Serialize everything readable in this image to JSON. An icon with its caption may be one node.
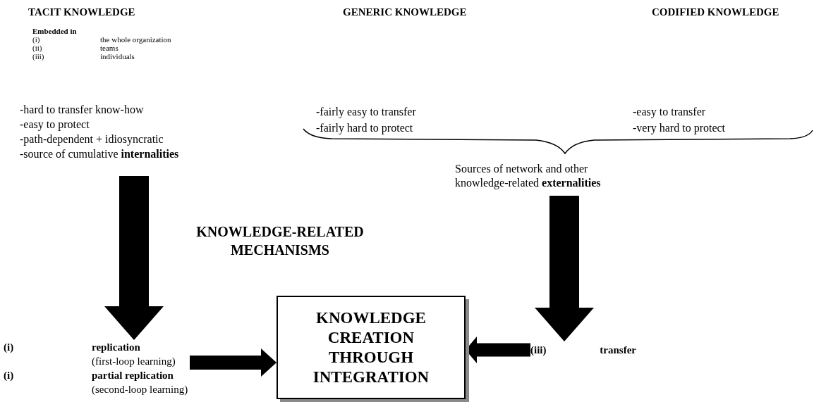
{
  "diagram": {
    "nodes": [
      {
        "text": [
          "-hard to transfer know-how",
          "-easy to protect",
          "-path-dependent + idiosyncratic",
          "-source of cumulative **internalities**"
        ]
      },
      {
        "text": [
          "Sources of network and other knowledge-related **externalities**"
        ]
      },
      {
        "text": [
          "(i)",
          "replication",
          "(first-loop learning)",
          "(i)",
          "partial replication",
          "(second-loop learning)"
        ]
      },
      {
        "text": [
          "(iii)",
          "transfer"
        ]
      },
      {
        "text": [
          "KNOWLEDGE CREATION THROUGH INTEGRATION"
        ]
      }
    ],
    "edges": [
      {
        "from": 0,
        "to": 2,
        "arrow": "to",
        "style": "thick"
      },
      {
        "from": 1,
        "to": 3,
        "arrow": "to",
        "style": "thick"
      },
      {
        "from": 2,
        "to": 4,
        "arrow": "to"
      },
      {
        "from": 3,
        "to": 4,
        "arrow": "to"
      }
    ],
    "labels": [
      "TACIT KNOWLEDGE",
      "GENERIC KNOWLEDGE",
      "CODIFIED KNOWLEDGE",
      "Embedded in",
      "(i)",
      "the whole organization",
      "(ii)",
      "teams",
      "(iii)",
      "individuals",
      "-fairly easy to transfer",
      "-fairly hard to protect",
      "-easy to transfer",
      "-very hard to protect",
      "KNOWLEDGE-RELATED MECHANISMS"
    ]
  }
}
